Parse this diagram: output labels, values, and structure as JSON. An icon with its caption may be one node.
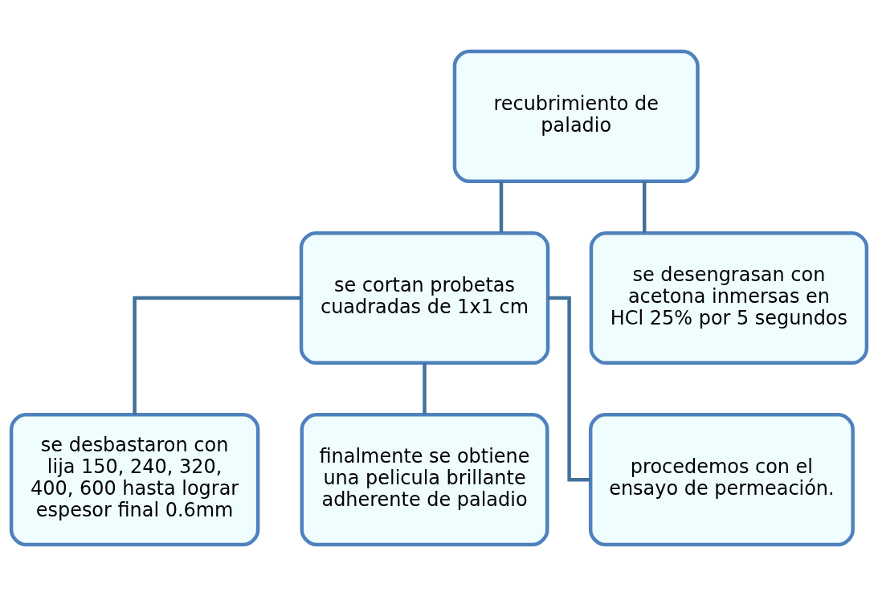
{
  "diagram": {
    "nodes": [
      {
        "text": [
          "recubrimiento de paladio"
        ]
      },
      {
        "text": [
          "se cortan probetas cuadradas de 1x1 cm"
        ]
      },
      {
        "text": [
          "se desengrasan con acetona inmersas en HCl 25% por 5 segundos"
        ]
      },
      {
        "text": [
          "se desbastaron con lija 150, 240, 320, 400, 600 hasta lograr espesor final 0.6mm"
        ]
      },
      {
        "text": [
          "finalmente se obtiene una pelicula brillante adherente de paladio"
        ]
      },
      {
        "text": [
          "procedemos con el ensayo de permeación."
        ]
      }
    ],
    "edges": [
      {
        "from": 0,
        "to": 1,
        "arrow": "none"
      },
      {
        "from": 0,
        "to": 2,
        "arrow": "none"
      },
      {
        "from": 1,
        "to": 3,
        "arrow": "none"
      },
      {
        "from": 1,
        "to": 4,
        "arrow": "none"
      },
      {
        "from": 1,
        "to": 5,
        "arrow": "none"
      }
    ]
  }
}
